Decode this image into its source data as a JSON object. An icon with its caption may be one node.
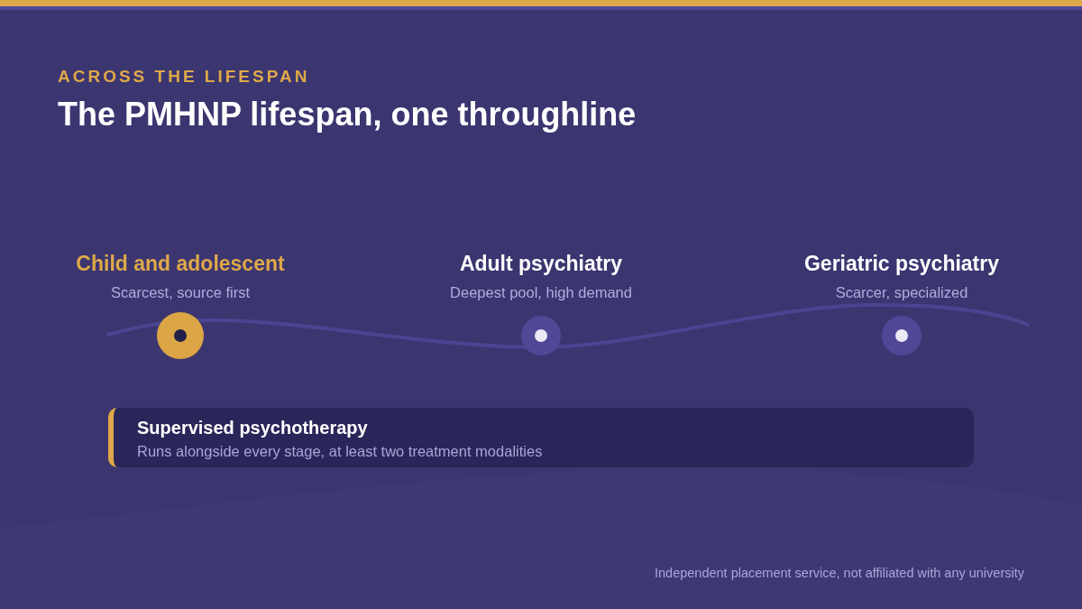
{
  "diagram": {
    "title": "The PMHNP lifespan, one throughline",
    "nodes": [
      {
        "text": [
          "Child and adolescent",
          "Scarcest, source first"
        ]
      },
      {
        "text": [
          "Adult psychiatry",
          "Deepest pool, high demand"
        ]
      },
      {
        "text": [
          "Geriatric psychiatry",
          "Scarcer, specialized"
        ]
      },
      {
        "text": [
          "Supervised psychotherapy",
          "Runs alongside every stage, at least two treatment modalities"
        ]
      }
    ],
    "labels": [
      "ACROSS THE LIFESPAN",
      "Independent placement service, not affiliated with any university"
    ]
  }
}
